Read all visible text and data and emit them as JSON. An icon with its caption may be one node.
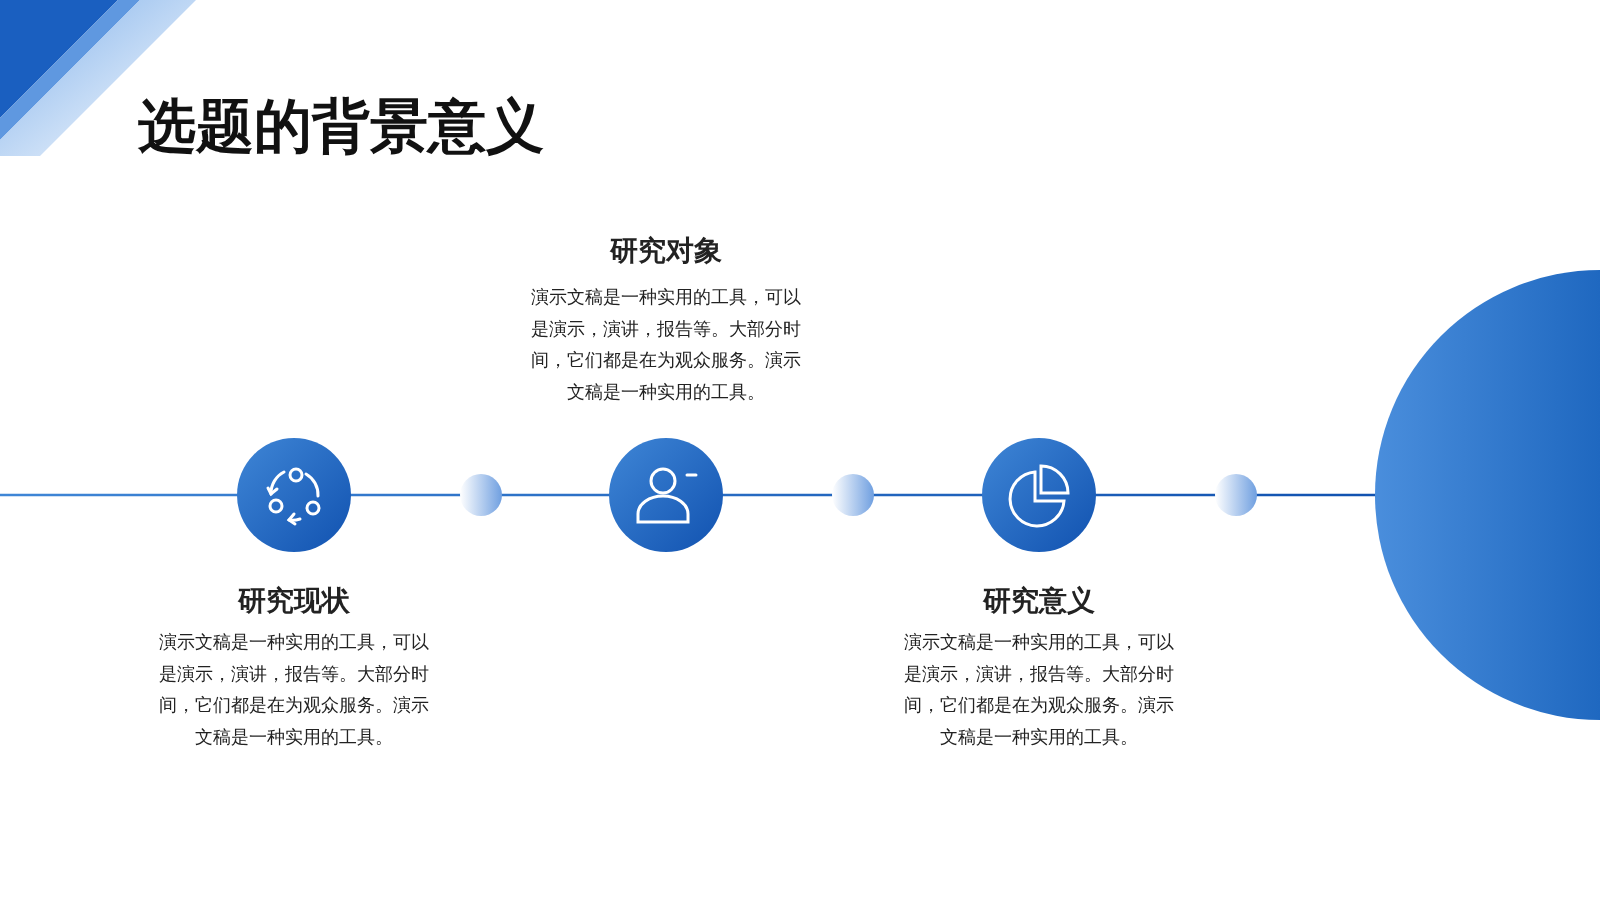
{
  "diagram": {
    "title": "选题的背景意义",
    "labels": [
      "研究对象",
      "演示文稿是一种实用的工具，可以是演示，演讲，报告等。大部分时间，它们都是在为观众服务。演示文稿是一种实用的工具。",
      "研究现状",
      "演示文稿是一种实用的工具，可以是演示，演讲，报告等。大部分时间，它们都是在为观众服务。演示文稿是一种实用的工具。",
      "研究意义",
      "演示文稿是一种实用的工具，可以是演示，演讲，报告等。大部分时间，它们都是在为观众服务。演示文稿是一种实用的工具。"
    ]
  }
}
